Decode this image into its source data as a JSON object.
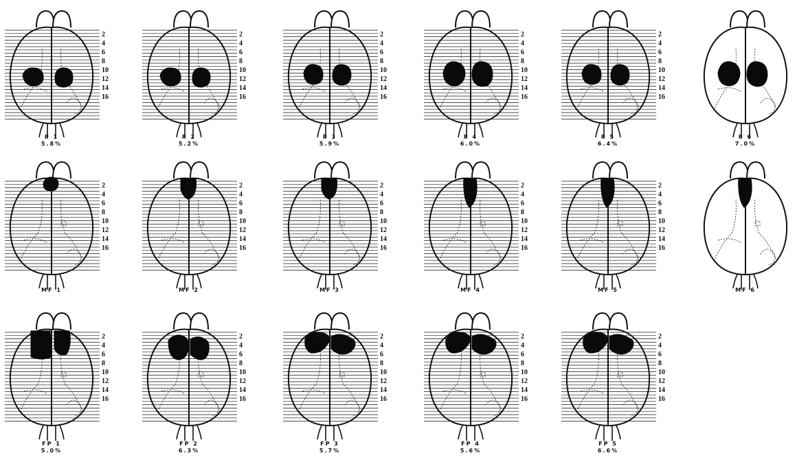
{
  "rows": [
    {
      "group": "P",
      "panels": [
        {
          "name": "P  1",
          "pct": "5.8%",
          "lesion": "lateral-small",
          "scale": true
        },
        {
          "name": "P  2",
          "pct": "5.2%",
          "lesion": "lateral-small",
          "scale": true
        },
        {
          "name": "P  3",
          "pct": "5.9%",
          "lesion": "lateral-mid",
          "scale": true
        },
        {
          "name": "P  4",
          "pct": "6.0%",
          "lesion": "lateral-large",
          "scale": true
        },
        {
          "name": "P  5",
          "pct": "6.4%",
          "lesion": "lateral-mid",
          "scale": true
        },
        {
          "name": "P  6",
          "pct": "7.0%",
          "lesion": "lateral-large",
          "scale": false
        }
      ]
    },
    {
      "group": "MF",
      "panels": [
        {
          "name": "MF 1",
          "pct": "",
          "lesion": "midline-small",
          "scale": true
        },
        {
          "name": "MF 2",
          "pct": "",
          "lesion": "midline-mid",
          "scale": true
        },
        {
          "name": "MF 3",
          "pct": "",
          "lesion": "midline-mid",
          "scale": true
        },
        {
          "name": "MF 4",
          "pct": "",
          "lesion": "midline-long",
          "scale": true
        },
        {
          "name": "MF 5",
          "pct": "",
          "lesion": "midline-long",
          "scale": true
        },
        {
          "name": "MF 6",
          "pct": "",
          "lesion": "midline-long",
          "scale": false
        }
      ]
    },
    {
      "group": "FP",
      "panels": [
        {
          "name": "FP  1",
          "pct": "5.0%",
          "lesion": "frontal-small",
          "scale": true
        },
        {
          "name": "FP  2",
          "pct": "6.3%",
          "lesion": "frontal-mid",
          "scale": true
        },
        {
          "name": "FP  3",
          "pct": "5.7%",
          "lesion": "frontal-wide",
          "scale": true
        },
        {
          "name": "FP  4",
          "pct": "5.6%",
          "lesion": "frontal-wide",
          "scale": true
        },
        {
          "name": "FP  5",
          "pct": "6.6%",
          "lesion": "frontal-wide",
          "scale": true
        }
      ]
    }
  ],
  "scale_numbers": [
    "2",
    "4",
    "6",
    "8",
    "10",
    "12",
    "14",
    "16"
  ],
  "colors": {
    "ink": "#111111",
    "lesion": "#0a0a0a",
    "paper": "#ffffff"
  }
}
